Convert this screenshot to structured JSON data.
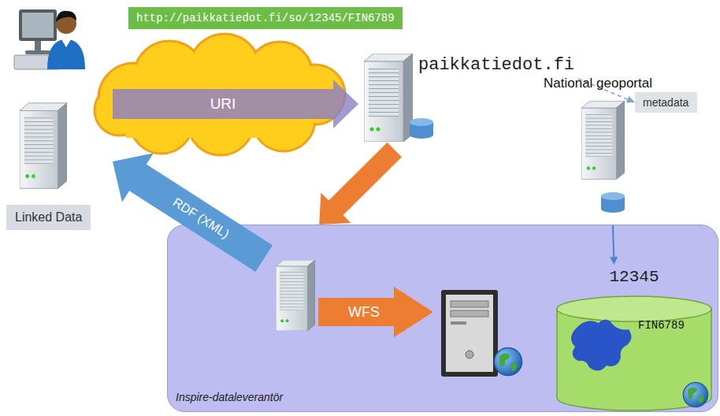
{
  "diagram": {
    "nodes": [
      {
        "text": [
          "http://paikkatiedot.fi/so/12345/FIN6789"
        ]
      },
      {
        "text": [
          "Linked Data"
        ]
      },
      {
        "text": [
          "paikkatiedot.fi"
        ]
      },
      {
        "text": [
          "metadata"
        ]
      },
      {
        "text": [
          "National geoportal"
        ]
      },
      {
        "text": [
          "Inspire-dataleverantör"
        ]
      },
      {
        "text": [
          "12345",
          "FIN6789"
        ],
        "in": 5
      }
    ],
    "edges": [
      {
        "from": 1,
        "to": 2,
        "arrow": "to",
        "label": "URI"
      },
      {
        "from": 2,
        "to": 5,
        "arrow": "to"
      },
      {
        "from": 5,
        "to": 1,
        "arrow": "to",
        "label": "RDF (XML)"
      },
      {
        "from": 2,
        "to": 3,
        "arrow": "to"
      },
      {
        "from": 4,
        "to": 6,
        "arrow": "to"
      }
    ],
    "labels": [
      "WFS"
    ]
  }
}
